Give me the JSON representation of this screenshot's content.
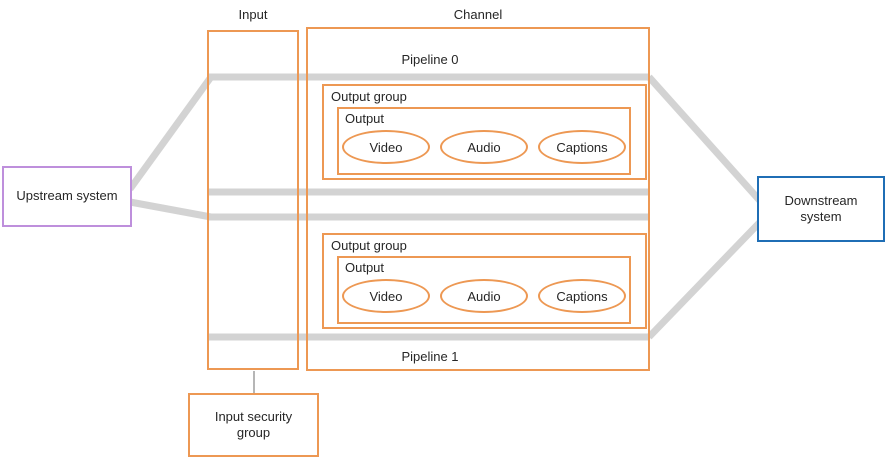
{
  "labels": {
    "input": "Input",
    "channel": "Channel"
  },
  "upstream": {
    "label": "Upstream system"
  },
  "downstream": {
    "label": "Downstream system"
  },
  "input_security_group": {
    "label": "Input security group"
  },
  "pipelines": [
    {
      "name": "Pipeline 0",
      "output_group_label": "Output group",
      "output_label": "Output",
      "outputs": [
        "Video",
        "Audio",
        "Captions"
      ]
    },
    {
      "name": "Pipeline 1",
      "output_group_label": "Output group",
      "output_label": "Output",
      "outputs": [
        "Video",
        "Audio",
        "Captions"
      ]
    }
  ],
  "colors": {
    "orange": "#ED9853",
    "purple": "#BE8FDC",
    "blue": "#1F6EB5",
    "connector_gray": "#D3D3D3",
    "text": "#262626"
  }
}
